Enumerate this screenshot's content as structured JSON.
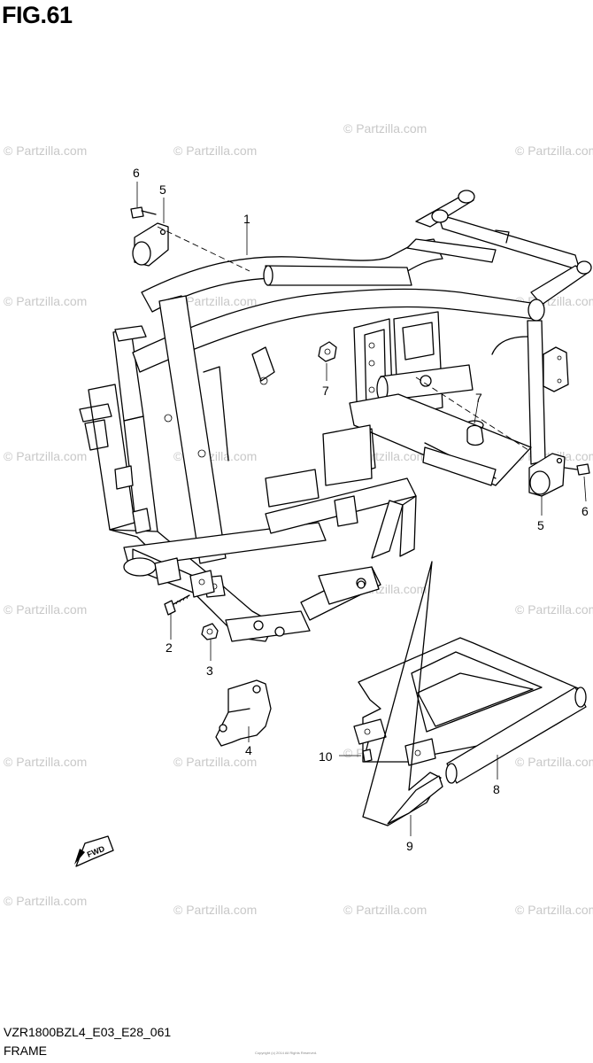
{
  "figure": {
    "title": "FIG.61"
  },
  "footer": {
    "model_code": "VZR1800BZL4_E03_E28_061",
    "caption": "FRAME",
    "copyright": "Copyright (c) 2014 All Rights Reserved."
  },
  "watermark": {
    "text": "© Partzilla.com"
  },
  "direction_marker": {
    "label": "FWD"
  },
  "callouts": [
    {
      "id": "1",
      "label": "1"
    },
    {
      "id": "2",
      "label": "2"
    },
    {
      "id": "3",
      "label": "3"
    },
    {
      "id": "4",
      "label": "4"
    },
    {
      "id": "5a",
      "label": "5"
    },
    {
      "id": "5b",
      "label": "5"
    },
    {
      "id": "6a",
      "label": "6"
    },
    {
      "id": "6b",
      "label": "6"
    },
    {
      "id": "7a",
      "label": "7"
    },
    {
      "id": "7b",
      "label": "7"
    },
    {
      "id": "8",
      "label": "8"
    },
    {
      "id": "9",
      "label": "9"
    },
    {
      "id": "10",
      "label": "10"
    }
  ]
}
